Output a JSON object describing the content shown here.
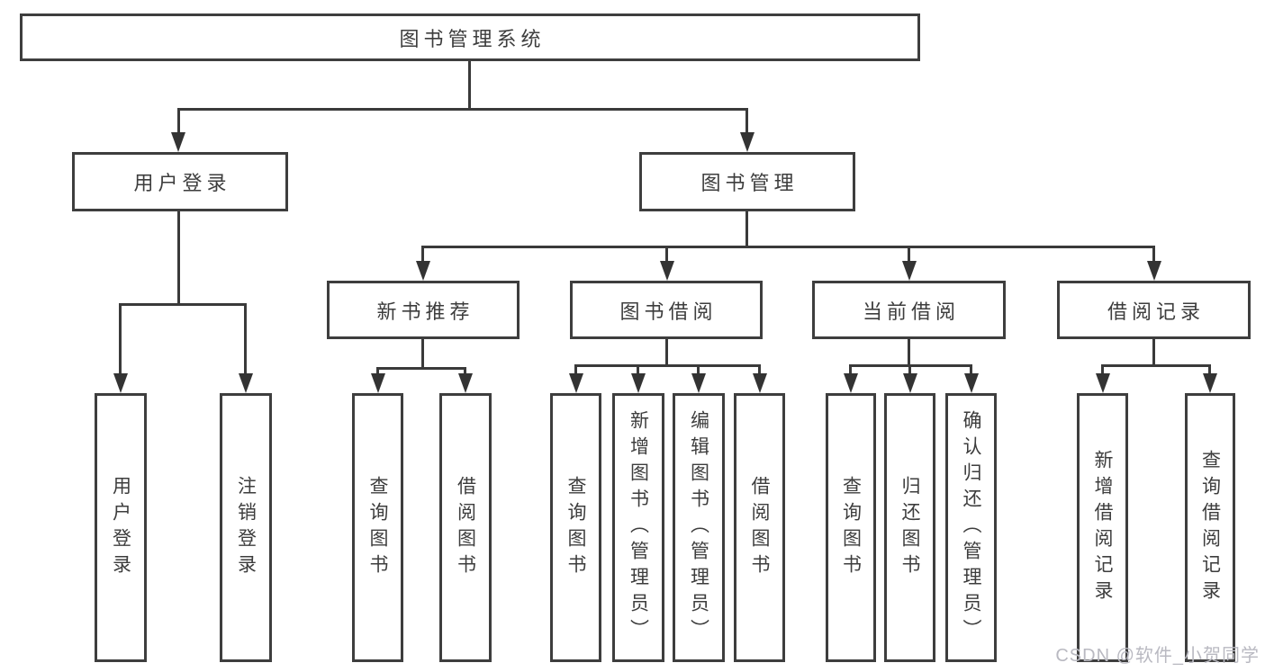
{
  "diagram_title": "图书管理系统",
  "tree": {
    "root": {
      "label": "图书管理系统",
      "children": [
        {
          "label": "用户登录",
          "children": [
            {
              "label": "用户登录"
            },
            {
              "label": "注销登录"
            }
          ]
        },
        {
          "label": "图书管理",
          "children": [
            {
              "label": "新书推荐",
              "children": [
                {
                  "label": "查询图书"
                },
                {
                  "label": "借阅图书"
                }
              ]
            },
            {
              "label": "图书借阅",
              "children": [
                {
                  "label": "查询图书"
                },
                {
                  "label": "新增图书（管理员）"
                },
                {
                  "label": "编辑图书（管理员）"
                },
                {
                  "label": "借阅图书"
                }
              ]
            },
            {
              "label": "当前借阅",
              "children": [
                {
                  "label": "查询图书"
                },
                {
                  "label": "归还图书"
                },
                {
                  "label": "确认归还（管理员）"
                }
              ]
            },
            {
              "label": "借阅记录",
              "children": [
                {
                  "label": "新增借阅记录"
                },
                {
                  "label": "查询借阅记录"
                }
              ]
            }
          ]
        }
      ]
    }
  },
  "watermark": {
    "text": "CSDN @软件_小贺同学"
  },
  "colors": {
    "background": "#ffffff",
    "box_border": "#3e3e3e",
    "line": "#3a3a3a",
    "text": "#3d3d3d",
    "watermark": "#b9b9c1"
  }
}
